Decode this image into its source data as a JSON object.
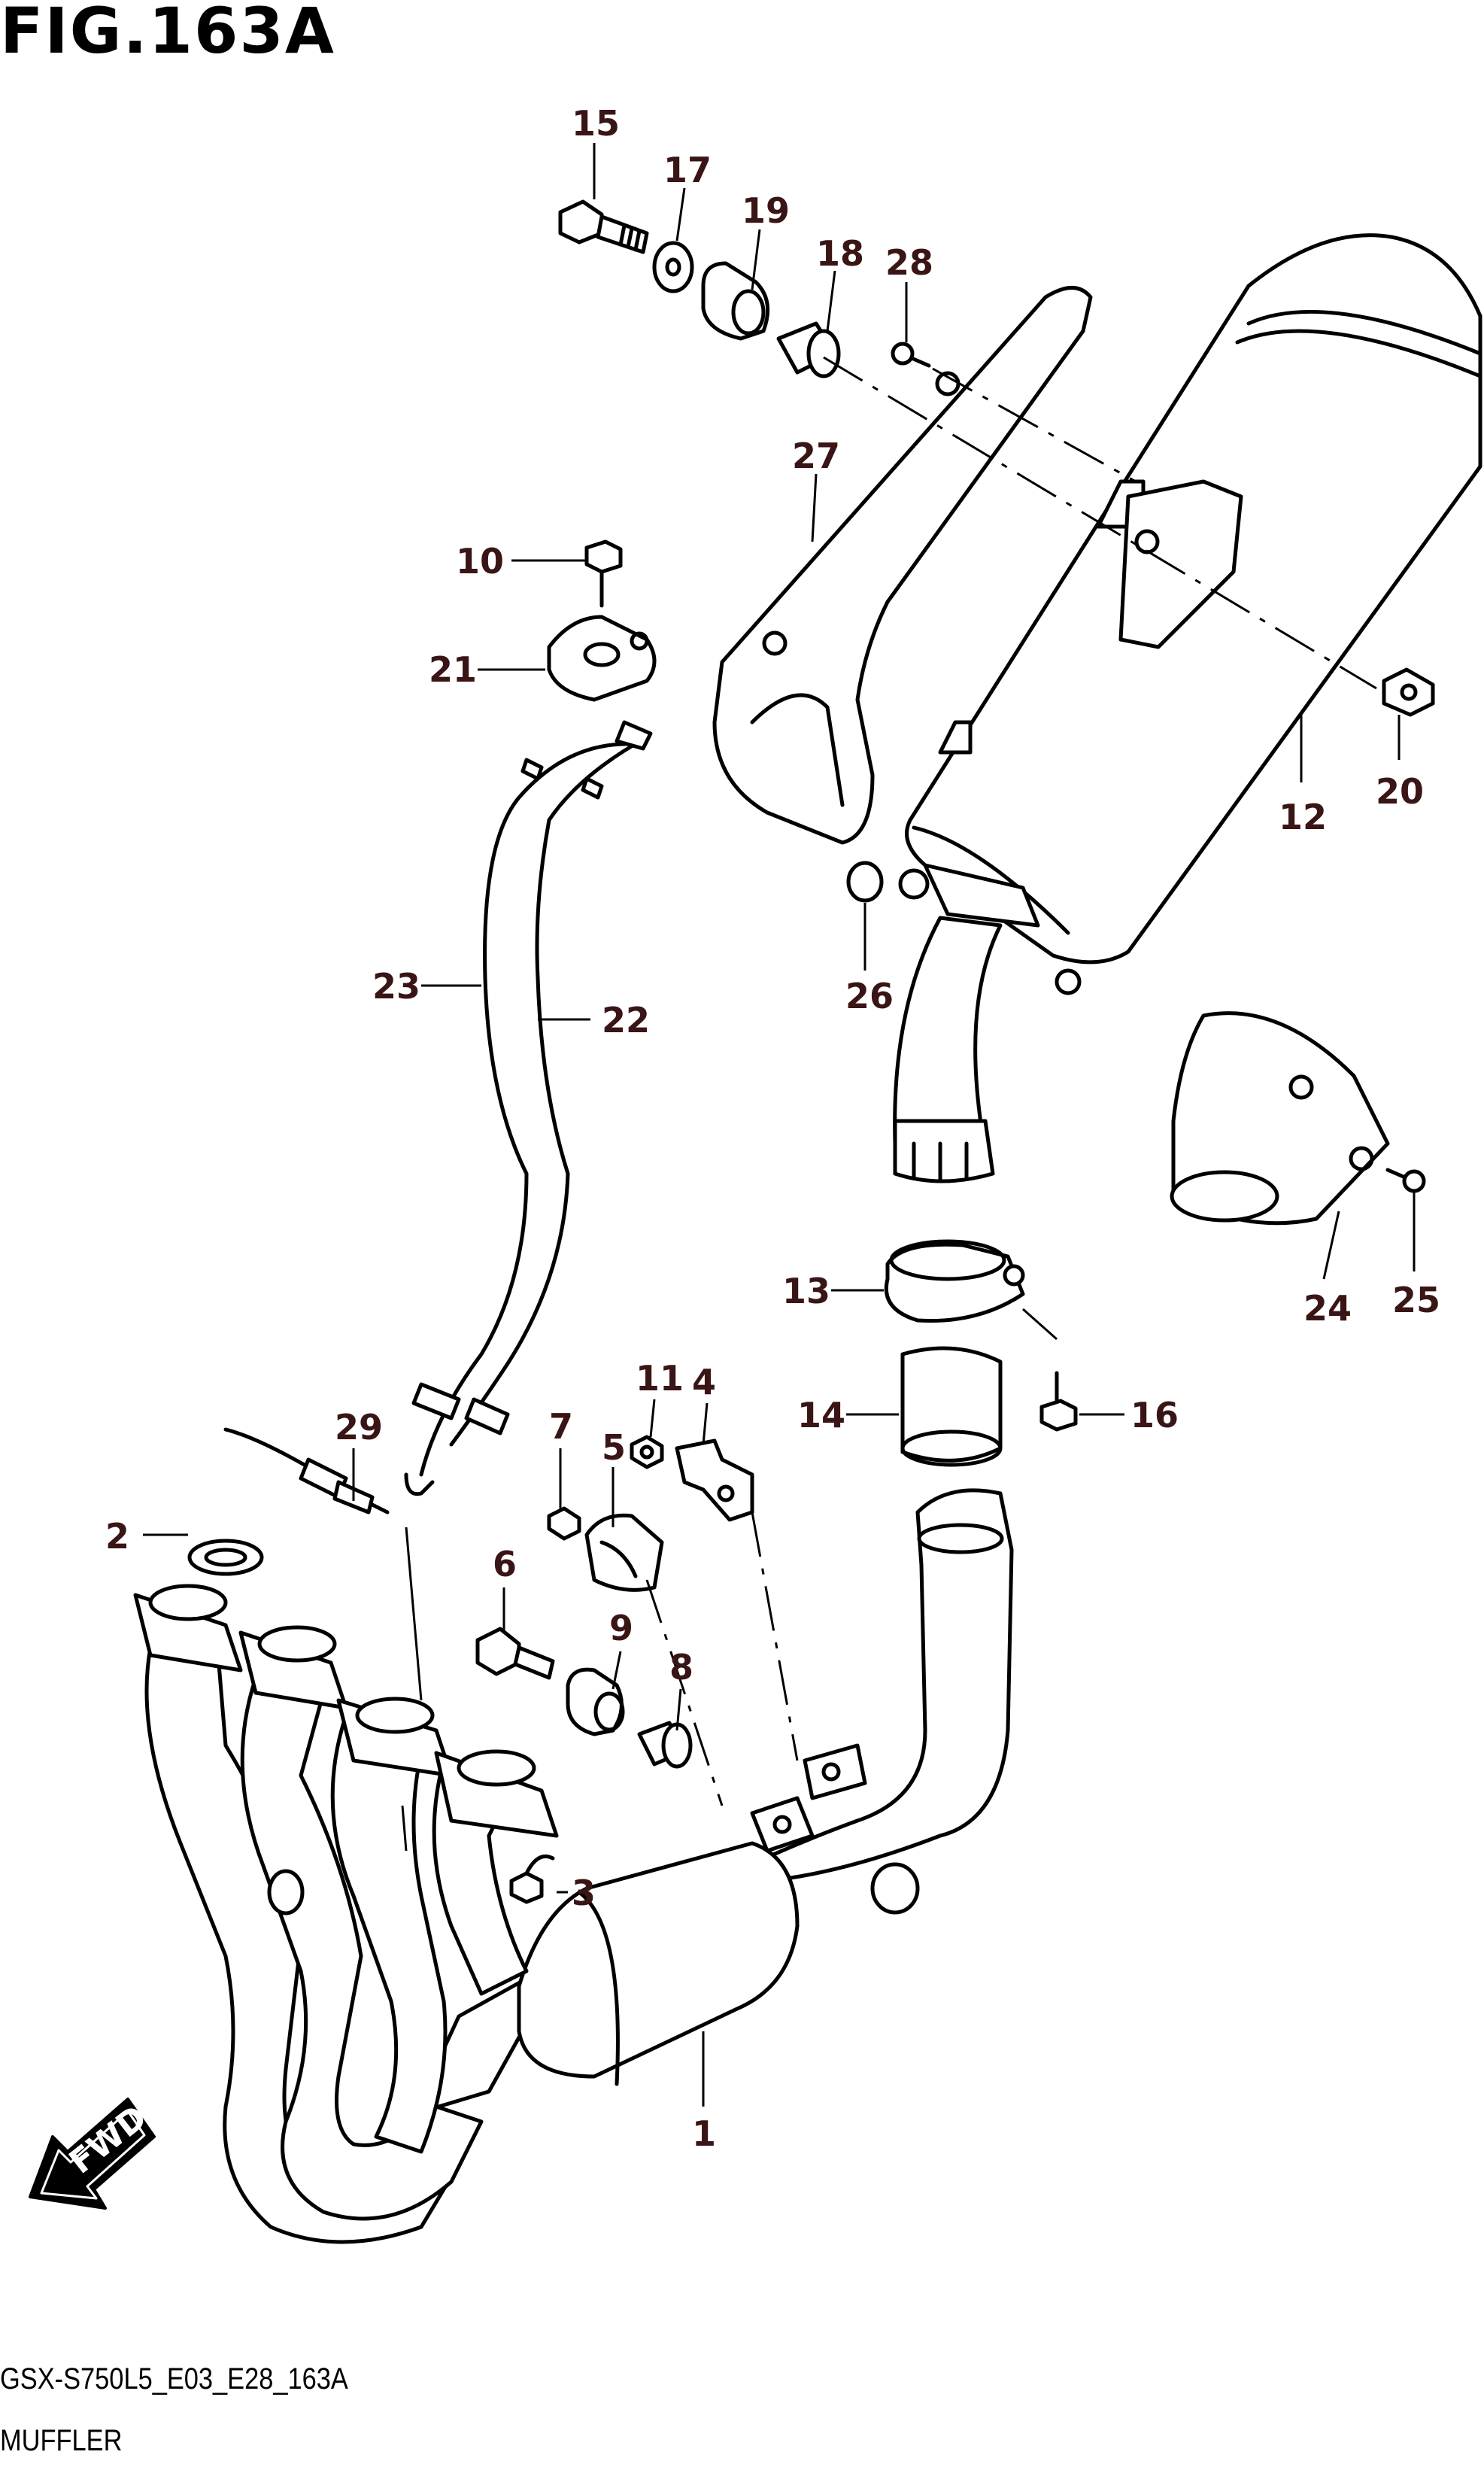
{
  "figure_title": "FIG.163A",
  "footer": {
    "code": "GSX-S750L5_E03_E28_163A",
    "name": "MUFFLER"
  },
  "fwd_label": "FWD",
  "callouts": {
    "c1": "1",
    "c2": "2",
    "c3": "3",
    "c4": "4",
    "c5": "5",
    "c6": "6",
    "c7": "7",
    "c8": "8",
    "c9": "9",
    "c10": "10",
    "c11": "11",
    "c12": "12",
    "c13": "13",
    "c14": "14",
    "c15": "15",
    "c16": "16",
    "c17": "17",
    "c18": "18",
    "c19": "19",
    "c20": "20",
    "c21": "21",
    "c22": "22",
    "c23": "23",
    "c24": "24",
    "c25": "25",
    "c26": "26",
    "c27": "27",
    "c28": "28",
    "c29": "29"
  }
}
